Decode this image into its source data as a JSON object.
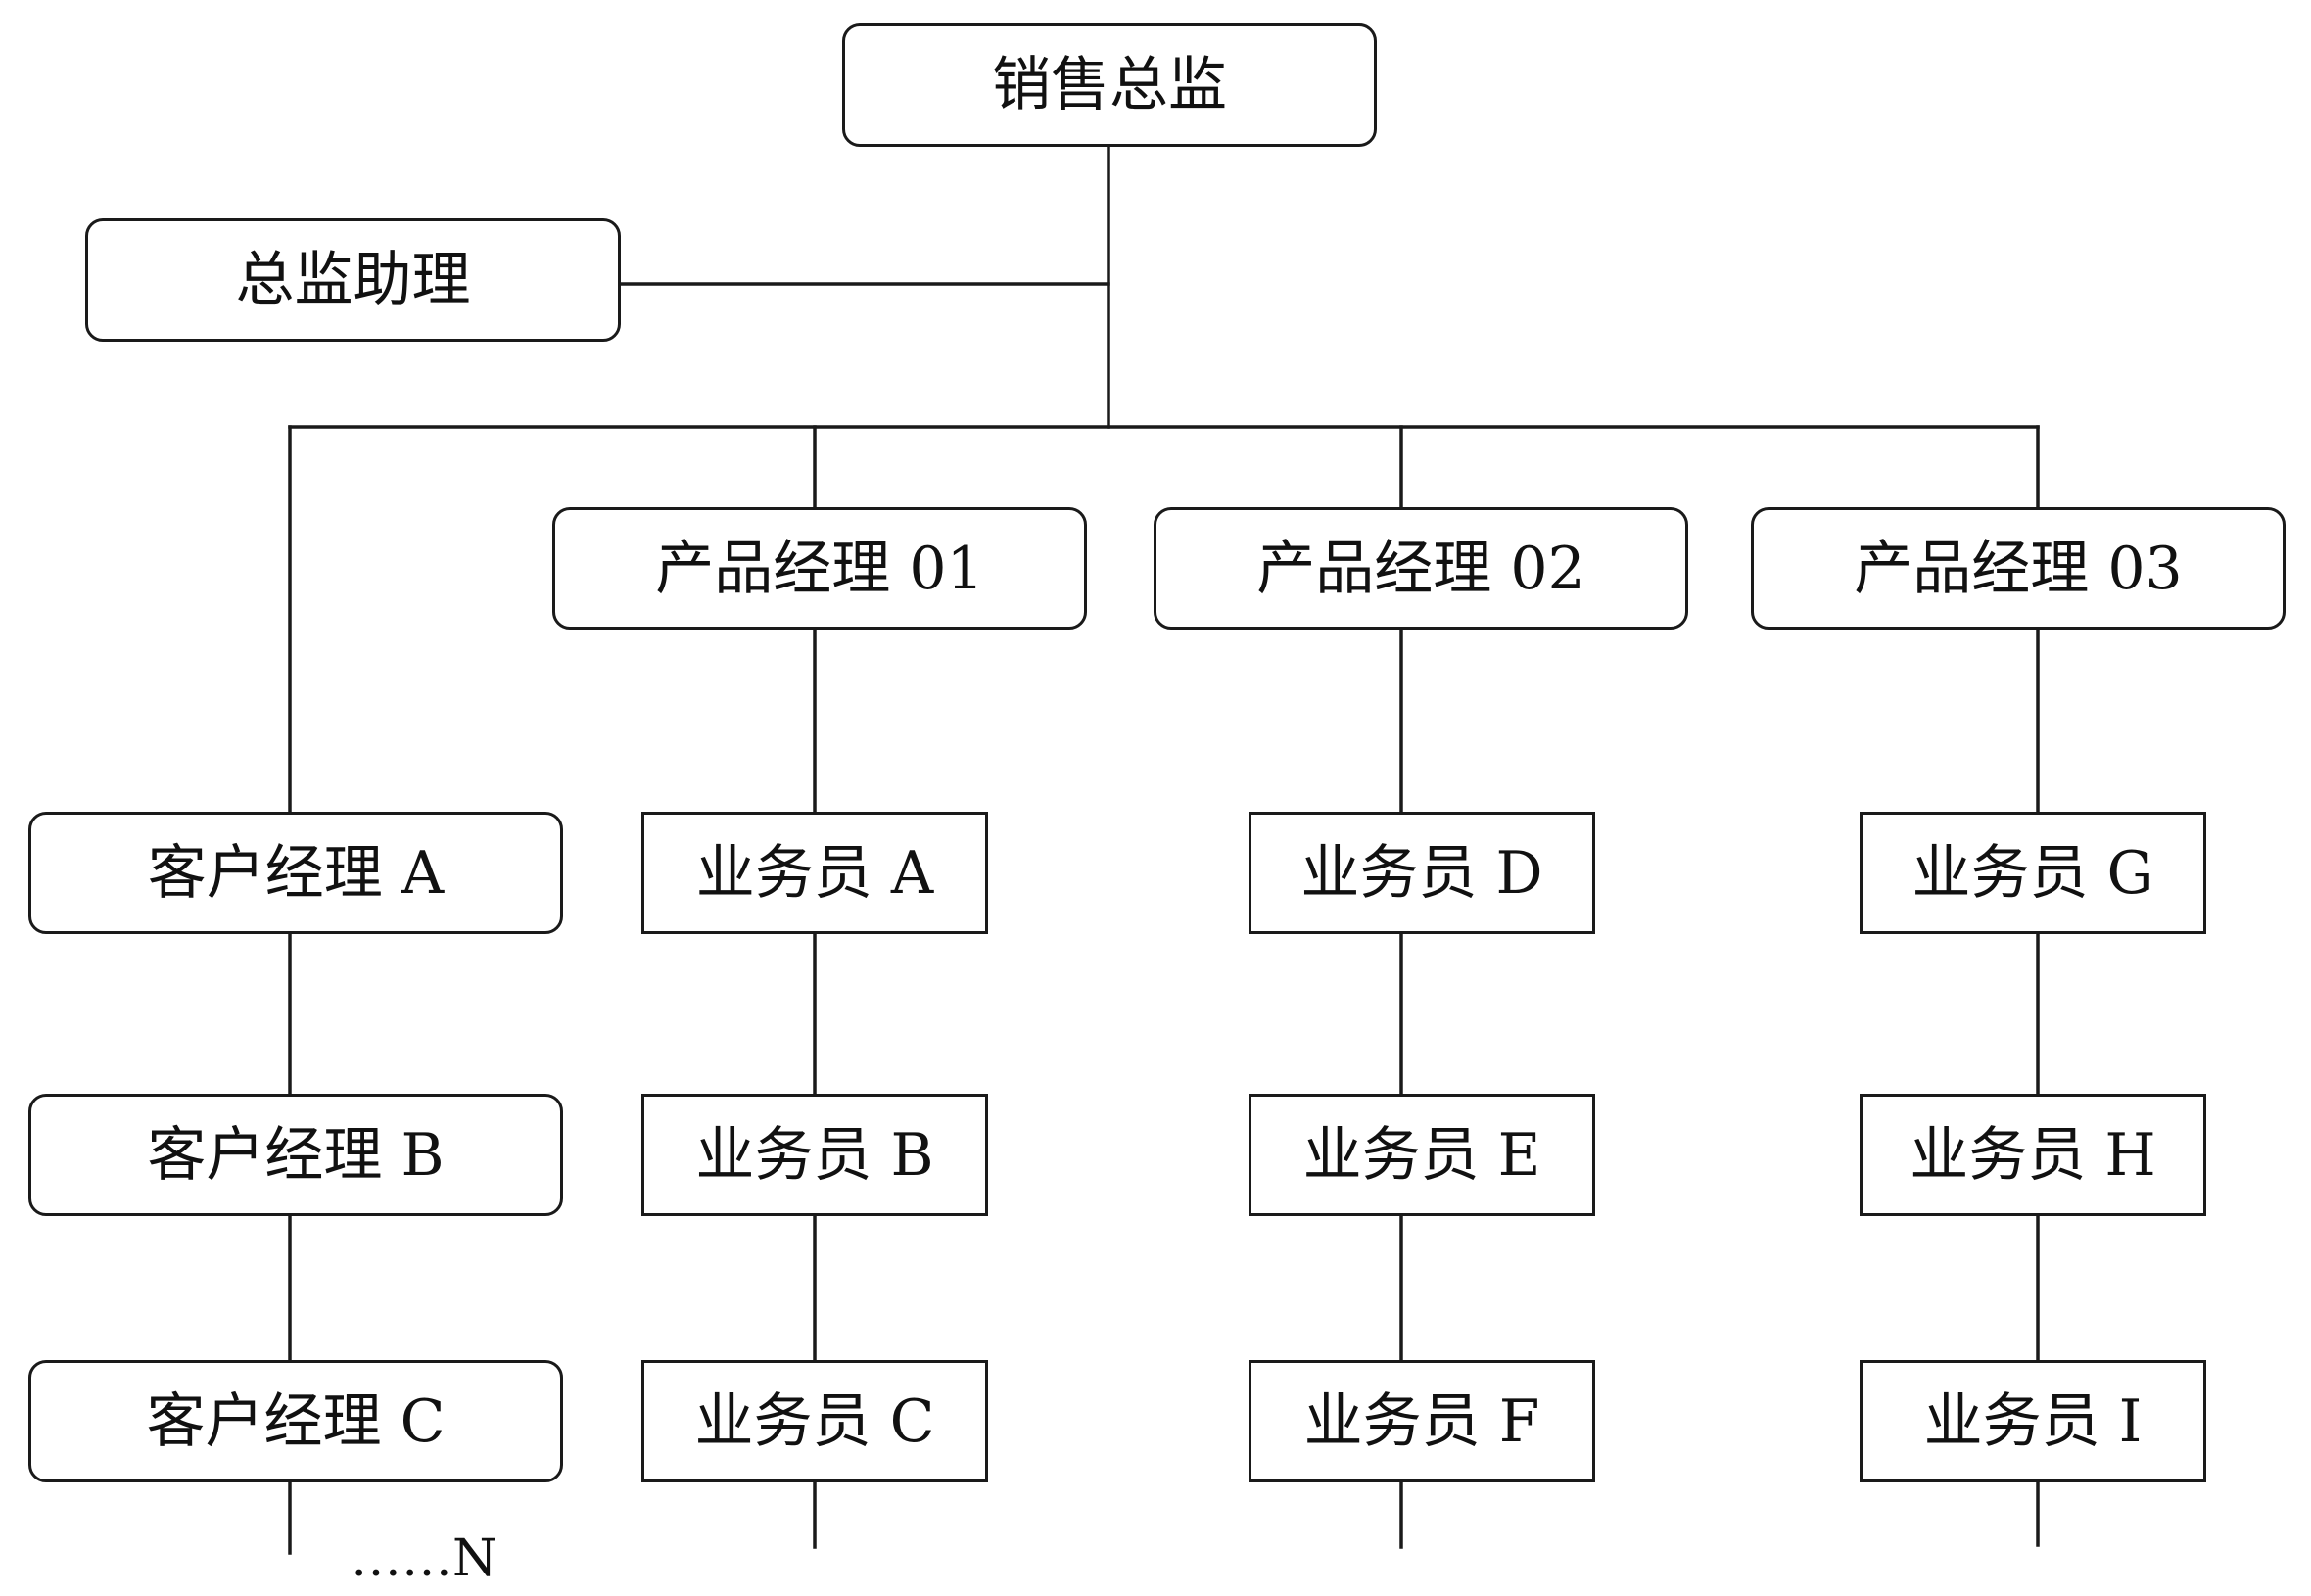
{
  "director": "销售总监",
  "assistant": "总监助理",
  "account_managers": [
    "客户经理 A",
    "客户经理 B",
    "客户经理 C"
  ],
  "continuation": "……N",
  "product_managers": [
    {
      "title": "产品经理 01",
      "staff": [
        "业务员 A",
        "业务员 B",
        "业务员 C"
      ]
    },
    {
      "title": "产品经理 02",
      "staff": [
        "业务员 D",
        "业务员 E",
        "业务员 F"
      ]
    },
    {
      "title": "产品经理 03",
      "staff": [
        "业务员 G",
        "业务员 H",
        "业务员 I"
      ]
    }
  ]
}
